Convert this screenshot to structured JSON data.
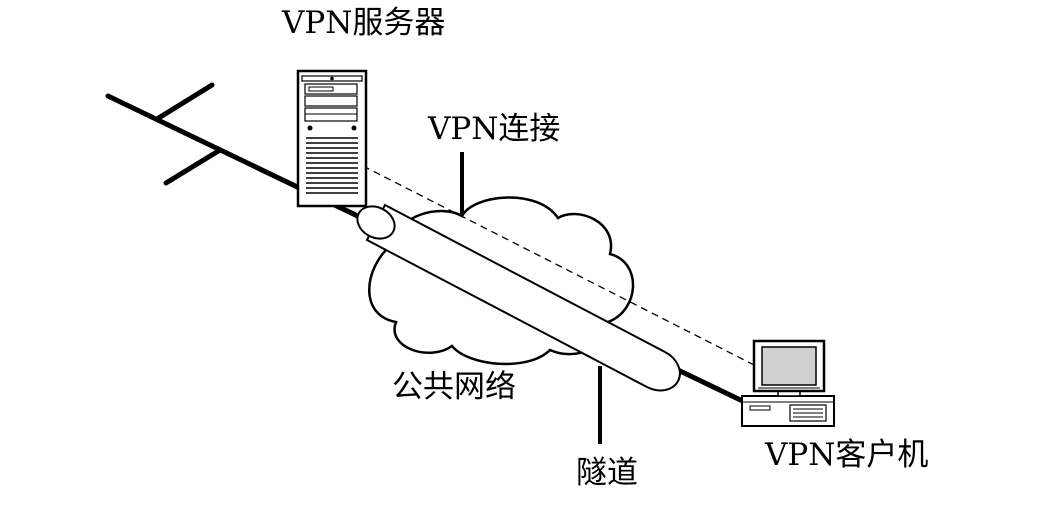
{
  "labels": {
    "vpn_server": "VPN服务器",
    "vpn_connection": "VPN连接",
    "public_network": "公共网络",
    "tunnel": "隧道",
    "vpn_client": "VPN客户机"
  },
  "icons": {
    "server": "server-tower-icon",
    "client": "desktop-computer-icon",
    "network": "cloud-icon"
  },
  "colors": {
    "stroke": "#000000",
    "background": "#ffffff",
    "screen": "#d0d0d0"
  }
}
